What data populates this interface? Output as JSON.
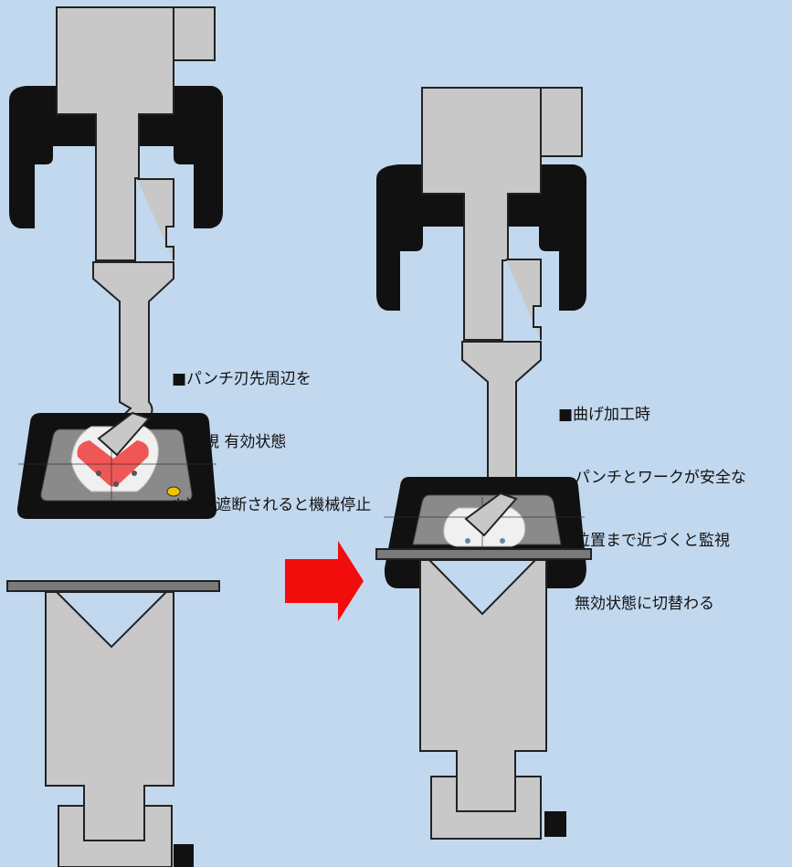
{
  "labels": {
    "active": {
      "line1": "■パンチ刃先周辺を",
      "line2": "監視 有効状態",
      "line3": "※光が遮断されると機械停止"
    },
    "inactive": {
      "line1": "■曲げ加工時",
      "line2": "パンチとワークが安全な",
      "line3": "位置まで近づくと監視",
      "line4": "無効状態に切替わる"
    }
  },
  "colors": {
    "background": "#c2d8ee",
    "tool_gray": "#c8c8c8",
    "outline": "#222222",
    "guard_black": "#111111",
    "sheet_gray": "#7a7a7a",
    "arrow_red": "#f20d0d",
    "light_zone_red": "#ee3333",
    "indicator_yellow": "#f2c200"
  },
  "icons": {
    "transition_arrow": "right-arrow-icon"
  }
}
